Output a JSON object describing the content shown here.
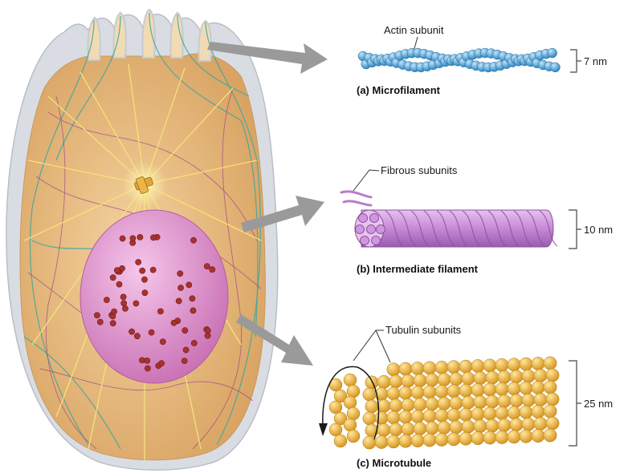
{
  "labels": {
    "actin_subunit": "Actin subunit",
    "fibrous_subunits": "Fibrous subunits",
    "tubulin_subunits": "Tubulin subunits"
  },
  "dimensions": {
    "microfilament": "7 nm",
    "intermediate": "10 nm",
    "microtubule": "25 nm"
  },
  "captions": {
    "microfilament": "(a) Microfilament",
    "intermediate": "(b) Intermediate filament",
    "microtubule": "(c) Microtubule"
  },
  "colors": {
    "cell_membrane": "#d9dde3",
    "cytoplasm": "#e8b97a",
    "nucleus": "#d987c4",
    "nuclear_pore": "#a8322e",
    "actin": "#4aa3d8",
    "intermediate_fiber": "#c58ad6",
    "tubulin": "#f0b321",
    "arrow": "#9a9a9a"
  }
}
